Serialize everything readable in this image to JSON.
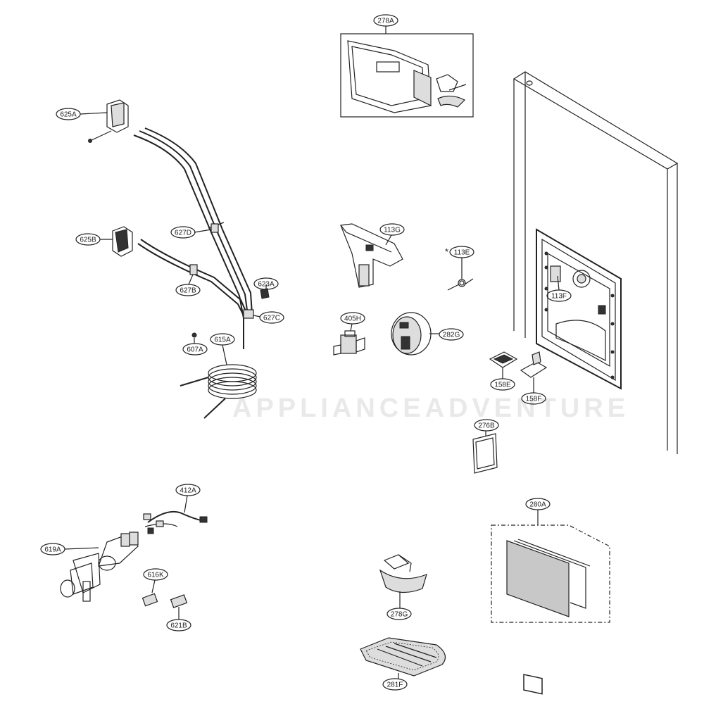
{
  "watermark": "APPLIANCEADVENTURE",
  "labels": {
    "p278A": "278A",
    "p625A": "625A",
    "p625B": "625B",
    "p627D": "627D",
    "p627B": "627B",
    "p623A": "623A",
    "p627C": "627C",
    "p607A": "607A",
    "p615A": "615A",
    "p113G": "113G",
    "p113E": "113E",
    "p113E_mark": "*",
    "p405H": "405H",
    "p282G": "282G",
    "p113F": "113F",
    "p158E": "158E",
    "p158F": "158F",
    "p276B": "276B",
    "p412A": "412A",
    "p619A": "619A",
    "p616K": "616K",
    "p621B": "621B",
    "p280A": "280A",
    "p278G": "278G",
    "p281F": "281F"
  }
}
